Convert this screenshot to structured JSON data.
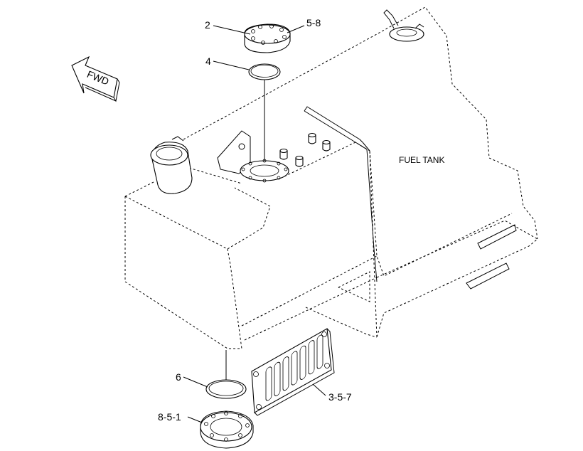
{
  "diagram": {
    "tank_label": "FUEL TANK",
    "fwd_label": "FWD",
    "callouts": {
      "c2": "2",
      "c5_8": "5-8",
      "c4": "4",
      "c6": "6",
      "c8_5_1": "8-5-1",
      "c3_5_7": "3-5-7"
    }
  }
}
